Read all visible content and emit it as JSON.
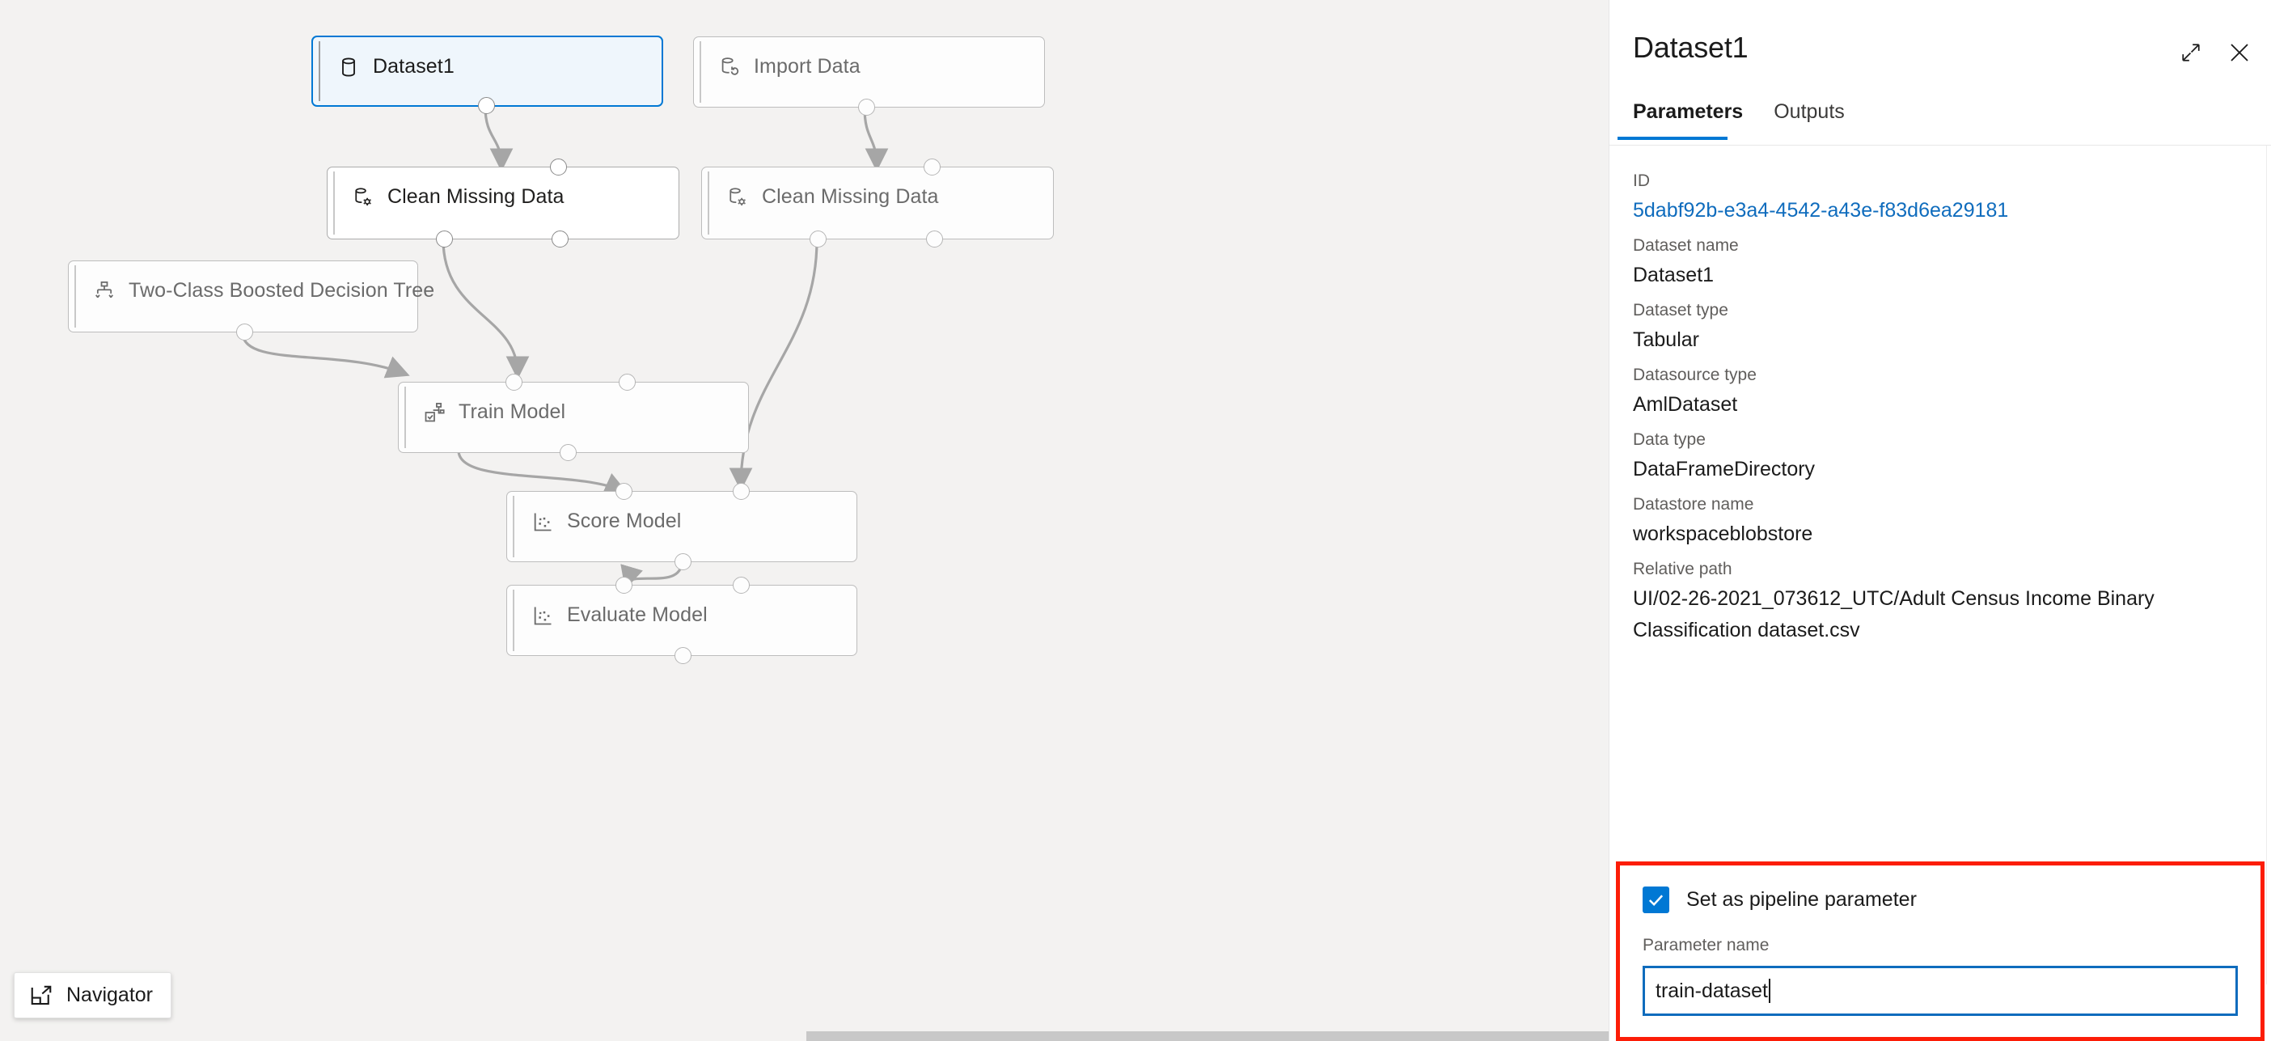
{
  "canvas": {
    "navigator": {
      "label": "Navigator",
      "icon": "navigator-icon"
    },
    "nodes": [
      {
        "id": "dataset1",
        "label": "Dataset1",
        "icon": "database-icon",
        "state": "selected"
      },
      {
        "id": "import",
        "label": "Import Data",
        "icon": "database-refresh-icon",
        "state": "default"
      },
      {
        "id": "clean-l",
        "label": "Clean Missing Data",
        "icon": "database-gear-icon",
        "state": "active"
      },
      {
        "id": "clean-r",
        "label": "Clean Missing Data",
        "icon": "database-gear-icon",
        "state": "default"
      },
      {
        "id": "tcbdt",
        "label": "Two-Class Boosted Decision Tree",
        "icon": "decision-tree-icon",
        "state": "default"
      },
      {
        "id": "train",
        "label": "Train Model",
        "icon": "train-model-icon",
        "state": "default"
      },
      {
        "id": "score",
        "label": "Score Model",
        "icon": "scatter-plot-icon",
        "state": "default"
      },
      {
        "id": "evaluate",
        "label": "Evaluate Model",
        "icon": "scatter-plot-icon",
        "state": "default"
      }
    ]
  },
  "panel": {
    "title": "Dataset1",
    "expand_icon": "expand-diagonal-icon",
    "close_icon": "close-icon",
    "tabs": [
      {
        "label": "Parameters",
        "active": true
      },
      {
        "label": "Outputs",
        "active": false
      }
    ],
    "fields": [
      {
        "label": "ID",
        "value": "5dabf92b-e3a4-4542-a43e-f83d6ea29181",
        "link": true
      },
      {
        "label": "Dataset name",
        "value": "Dataset1",
        "link": false
      },
      {
        "label": "Dataset type",
        "value": "Tabular",
        "link": false
      },
      {
        "label": "Datasource type",
        "value": "AmlDataset",
        "link": false
      },
      {
        "label": "Data type",
        "value": "DataFrameDirectory",
        "link": false
      },
      {
        "label": "Datastore name",
        "value": "workspaceblobstore",
        "link": false
      },
      {
        "label": "Relative path",
        "value": "UI/02-26-2021_073612_UTC/Adult Census Income Binary Classification dataset.csv",
        "link": false
      }
    ],
    "pipeline_parameter": {
      "checkbox_label": "Set as pipeline parameter",
      "checked": true,
      "name_label": "Parameter name",
      "name_value": "train-dataset"
    }
  },
  "colors": {
    "accent": "#0078d4",
    "link": "#0f6cbd",
    "highlight": "#fc1d07",
    "canvas_bg": "#f3f2f1",
    "selected_node_bg": "#eff6fc"
  }
}
